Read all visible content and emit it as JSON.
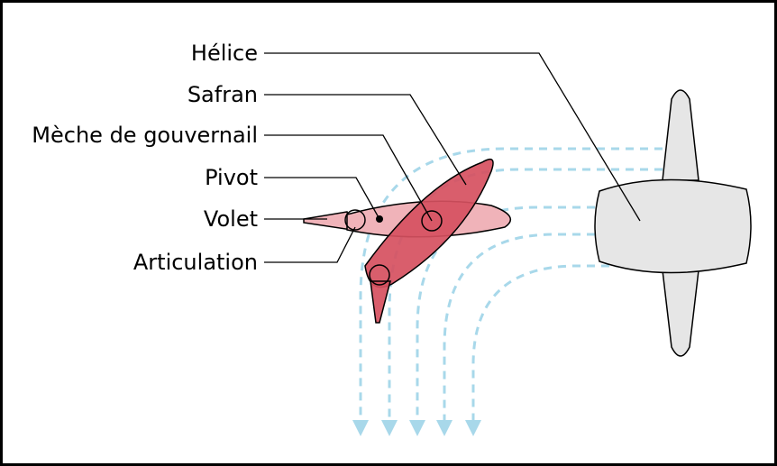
{
  "labels": {
    "helice": "Hélice",
    "safran": "Safran",
    "meche": "Mèche de gouvernail",
    "pivot": "Pivot",
    "volet": "Volet",
    "articulation": "Articulation"
  },
  "colors": {
    "flow": "#a8d8ea",
    "rudder_light": "#f0b3b9",
    "rudder_dark": "#d6505f",
    "propeller": "#e6e6e6",
    "outline": "#000000"
  }
}
